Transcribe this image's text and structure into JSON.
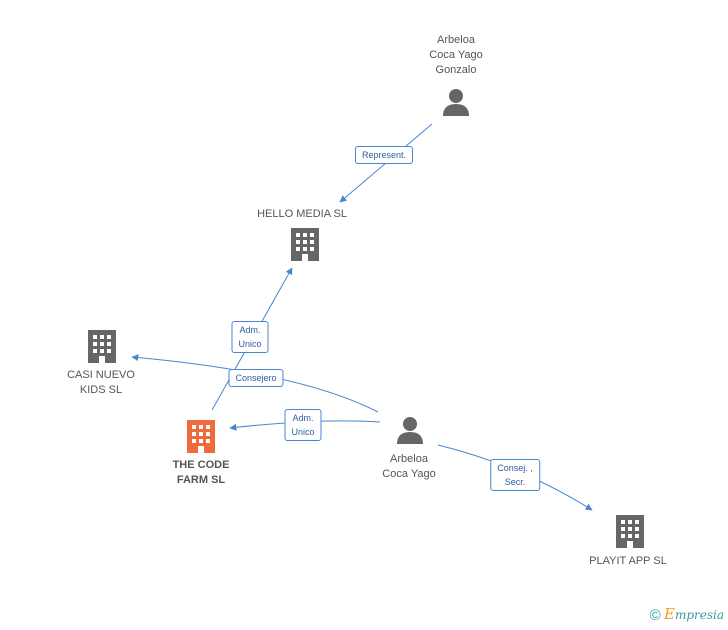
{
  "colors": {
    "edge": "#4a86d0",
    "building": "#666666",
    "focus_building": "#f06a3c",
    "person": "#666666"
  },
  "nodes": {
    "arbeloa_gonzalo": {
      "label": "Arbeloa\nCoca Yago\nGonzalo",
      "icon": "person-icon"
    },
    "hello_media": {
      "label": "HELLO MEDIA SL",
      "icon": "building-icon"
    },
    "casi_nuevo": {
      "label": "CASI NUEVO\nKIDS SL",
      "icon": "building-icon"
    },
    "code_farm": {
      "label": "THE CODE\nFARM SL",
      "icon": "building-icon"
    },
    "arbeloa_coca": {
      "label": "Arbeloa\nCoca Yago",
      "icon": "person-icon"
    },
    "playit": {
      "label": "PLAYIT APP SL",
      "icon": "building-icon"
    }
  },
  "relations": {
    "represent": "Represent.",
    "adm_unico_hello": "Adm.\nUnico",
    "consejero": "Consejero",
    "adm_unico_farm": "Adm.\nUnico",
    "consej_secr": "Consej. ,\nSecr."
  },
  "brand": {
    "copyright": "©",
    "e": "E",
    "rest": "mpresia"
  }
}
